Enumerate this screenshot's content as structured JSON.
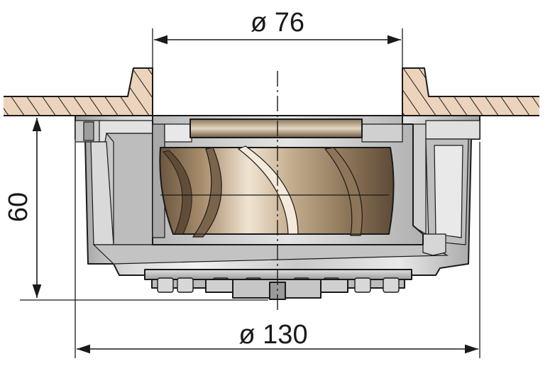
{
  "dimensions": {
    "top_diameter": "ø 76",
    "bottom_diameter": "ø 130",
    "height": "60"
  },
  "colors": {
    "deck": "#ecd3bb",
    "housing_light": "#e6e6e6",
    "housing_mid": "#bdbdbd",
    "housing_dark": "#8f8f8f",
    "impeller_light": "#e8d9c2",
    "impeller_dark": "#6f5b44",
    "line": "#1a1a1a"
  }
}
